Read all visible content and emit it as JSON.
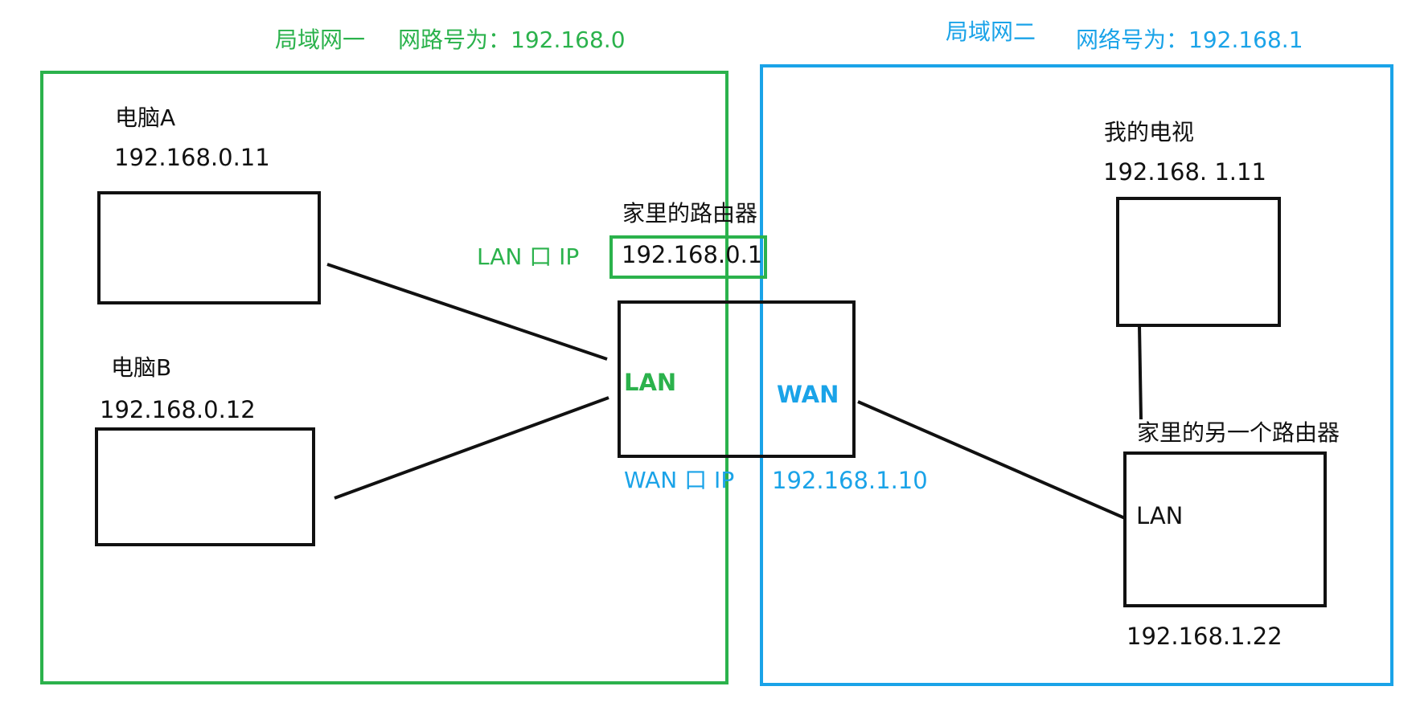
{
  "lan1": {
    "title": "局域网一",
    "network_label": "网路号为：192.168.0",
    "color": "#2bb24c"
  },
  "lan2": {
    "title": "局域网二",
    "network_label": "网络号为：192.168.1",
    "color": "#1aa3e8"
  },
  "pc_a": {
    "name": "电脑A",
    "ip": "192.168.0.11"
  },
  "pc_b": {
    "name": "电脑B",
    "ip": "192.168.0.12"
  },
  "home_router": {
    "name": "家里的路由器",
    "lan_ip_label": "LAN 口 IP",
    "lan_ip": "192.168.0.1",
    "lan_port": "LAN",
    "wan_port": "WAN",
    "wan_ip_label": "WAN 口 IP",
    "wan_ip": "192.168.1.10"
  },
  "tv": {
    "name": "我的电视",
    "ip": "192.168.  1.11"
  },
  "other_router": {
    "name": "家里的另一个路由器",
    "port": "LAN",
    "ip": "192.168.1.22"
  },
  "line_color": "#111111"
}
